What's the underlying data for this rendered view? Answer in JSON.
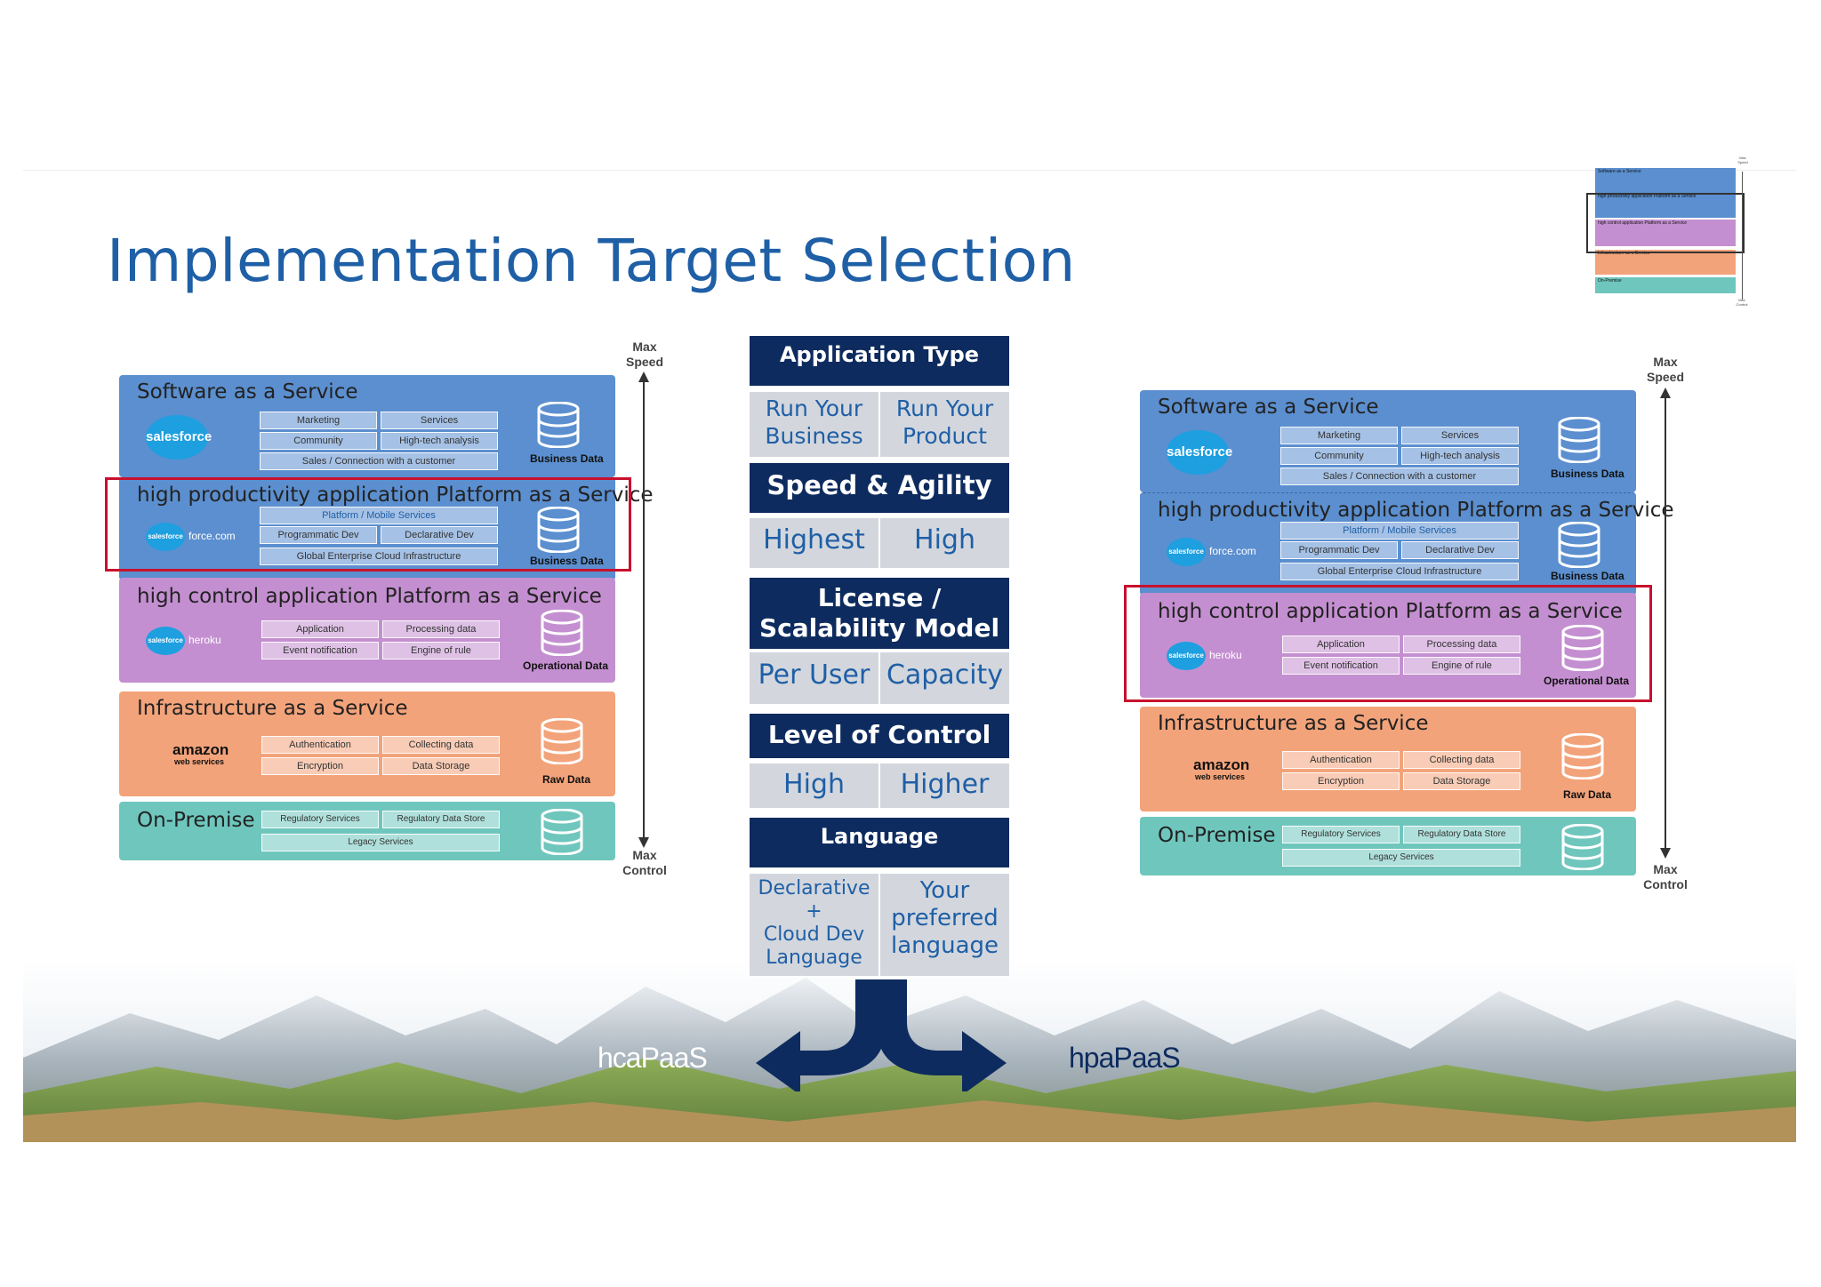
{
  "title": "Implementation Target Selection",
  "layers": {
    "saas": {
      "title": "Software as a Service",
      "cells": [
        "Marketing",
        "Services",
        "Community",
        "High-tech analysis",
        "Sales / Connection with a customer"
      ],
      "logo": "salesforce",
      "db": "Business Data"
    },
    "hpapaas": {
      "title": "high productivity application Platform as a Service",
      "cells": [
        "Platform / Mobile Services",
        "Programmatic Dev",
        "Declarative Dev",
        "Global Enterprise Cloud Infrastructure"
      ],
      "logo": "salesforce",
      "logo_text": "force.com",
      "db": "Business Data"
    },
    "hcapaas": {
      "title": "high control application Platform as a Service",
      "cells": [
        "Application",
        "Processing data",
        "Event notification",
        "Engine of rule"
      ],
      "logo": "salesforce",
      "logo_text": "heroku",
      "db": "Operational Data"
    },
    "iaas": {
      "title": "Infrastructure as a Service",
      "cells": [
        "Authentication",
        "Collecting data",
        "Encryption",
        "Data Storage"
      ],
      "logo": "amazon",
      "logo_sub": "web services",
      "db": "Raw Data"
    },
    "onprem": {
      "title": "On-Premise",
      "cells": [
        "Regulatory Services",
        "Regulatory Data Store",
        "Legacy Services"
      ]
    }
  },
  "axis": {
    "top": "Max\nSpeed",
    "bottom": "Max\nControl"
  },
  "table": {
    "rows": [
      {
        "header": "Application Type",
        "left": "Run Your\nBusiness",
        "right": "Run Your\nProduct"
      },
      {
        "header": "Speed & Agility",
        "left": "Highest",
        "right": "High"
      },
      {
        "header": "License /\nScalability Model",
        "left": "Per User",
        "right": "Capacity"
      },
      {
        "header": "Level of Control",
        "left": "High",
        "right": "Higher"
      },
      {
        "header": "Language",
        "left": "Declarative\n+\nCloud Dev\nLanguage",
        "right": "Your\npreferred\nlanguage"
      }
    ]
  },
  "arrows": {
    "left_label": "hcaPaaS",
    "right_label": "hpaPaaS"
  },
  "thumbnail": {
    "layers": [
      "Software as a Service",
      "high productivity application Platform as a Service",
      "high control application Platform as a Service",
      "Infrastructure as a Service",
      "On-Premise"
    ],
    "axis_top": "Max\nSpeed",
    "axis_bottom": "Max\nControl"
  },
  "colors": {
    "saas": "#5b8fcf",
    "hpapaas": "#5b8fcf",
    "hcapaas": "#c48fd0",
    "iaas": "#f3a37a",
    "onprem": "#6fc6bd",
    "header": "#0d2b5e",
    "cell": "#d3d7dd",
    "title": "#1f5fa6",
    "highlight": "#c8102e"
  }
}
